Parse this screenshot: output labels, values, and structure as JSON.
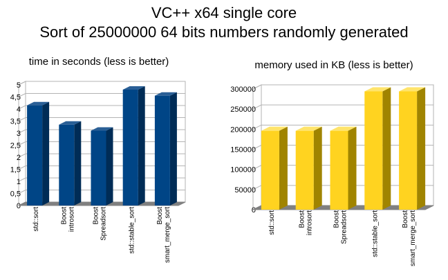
{
  "header": {
    "line1": "VC++  x64 single core",
    "line2": "Sort of 25000000 64 bits numbers randomly generated"
  },
  "chart_data": [
    {
      "type": "bar",
      "title": "time in seconds (less is better)",
      "categories": [
        [
          "std::sort"
        ],
        [
          "Boost",
          "introsort"
        ],
        [
          "Boost",
          "Spreadsort"
        ],
        [
          "std::stable_sort"
        ],
        [
          "Boost",
          "smart_merge_sort"
        ]
      ],
      "values": [
        4.15,
        3.35,
        3.1,
        4.8,
        4.55
      ],
      "ylim": [
        0,
        5
      ],
      "yticks": [
        0,
        0.5,
        1,
        1.5,
        2,
        2.5,
        3,
        3.5,
        4,
        4.5,
        5
      ],
      "ytick_labels": [
        "0",
        "0,5",
        "1",
        "1,5",
        "2",
        "2,5",
        "3",
        "3,5",
        "4",
        "4,5",
        "5"
      ],
      "grid": true,
      "colors": {
        "front": "#004586",
        "side": "#002c56",
        "top": "#2a5f96"
      }
    },
    {
      "type": "bar",
      "title": "memory used in KB (less is better)",
      "categories": [
        [
          "std::sort"
        ],
        [
          "Boost",
          "introsort"
        ],
        [
          "Boost",
          "Spreadsort"
        ],
        [
          "std::stable_sort"
        ],
        [
          "Boost",
          "smart_merge_sort"
        ]
      ],
      "values": [
        196000,
        196000,
        196000,
        294000,
        294000
      ],
      "ylim": [
        0,
        300000
      ],
      "yticks": [
        0,
        50000,
        100000,
        150000,
        200000,
        250000,
        300000
      ],
      "ytick_labels": [
        "0",
        "50000",
        "100000",
        "150000",
        "200000",
        "250000",
        "300000"
      ],
      "grid": true,
      "colors": {
        "front": "#ffd320",
        "side": "#a08400",
        "top": "#ffe46b"
      }
    }
  ]
}
